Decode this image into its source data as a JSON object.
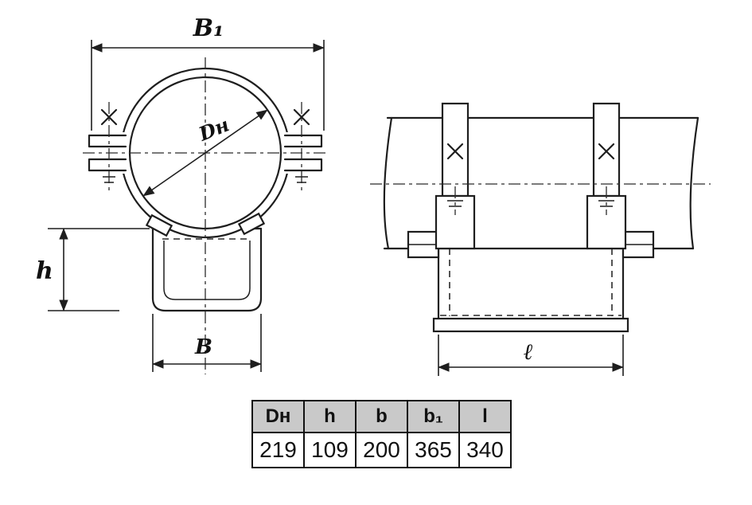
{
  "drawing": {
    "front": {
      "b1_label": "B₁",
      "dn_label": "Dн",
      "h_label": "h",
      "b_label": "B"
    },
    "side": {
      "l_label": "ℓ"
    }
  },
  "table": {
    "headers": [
      "Dн",
      "h",
      "b",
      "b₁",
      "l"
    ],
    "values": [
      "219",
      "109",
      "200",
      "365",
      "340"
    ]
  }
}
